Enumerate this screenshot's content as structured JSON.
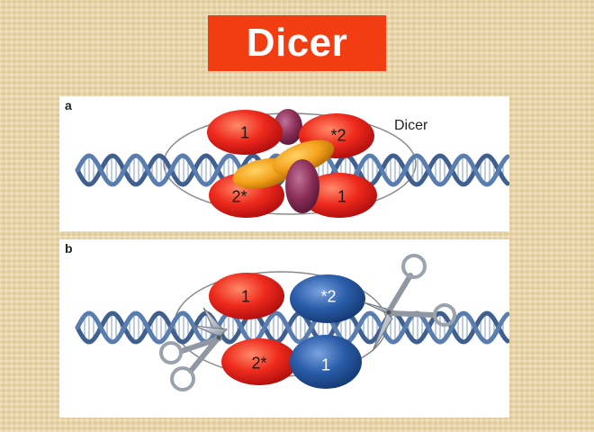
{
  "slide": {
    "title": "Dicer"
  },
  "panel_a": {
    "label": "a",
    "protein_label": "Dicer",
    "subunits": [
      "1",
      "*2",
      "2*",
      "1"
    ],
    "colors": {
      "rnase_red": "#e8221a",
      "paz_orange": "#f0a21a",
      "helicase_purple": "#8a2e56",
      "dna_blue": "#3f5f8e"
    }
  },
  "panel_b": {
    "label": "b",
    "subunits": [
      "1",
      "*2",
      "2*",
      "1"
    ],
    "colors": {
      "rnase_red": "#e8221a",
      "rnase_blue": "#2a5ca8",
      "scissors_gray": "#c9ced6"
    }
  }
}
